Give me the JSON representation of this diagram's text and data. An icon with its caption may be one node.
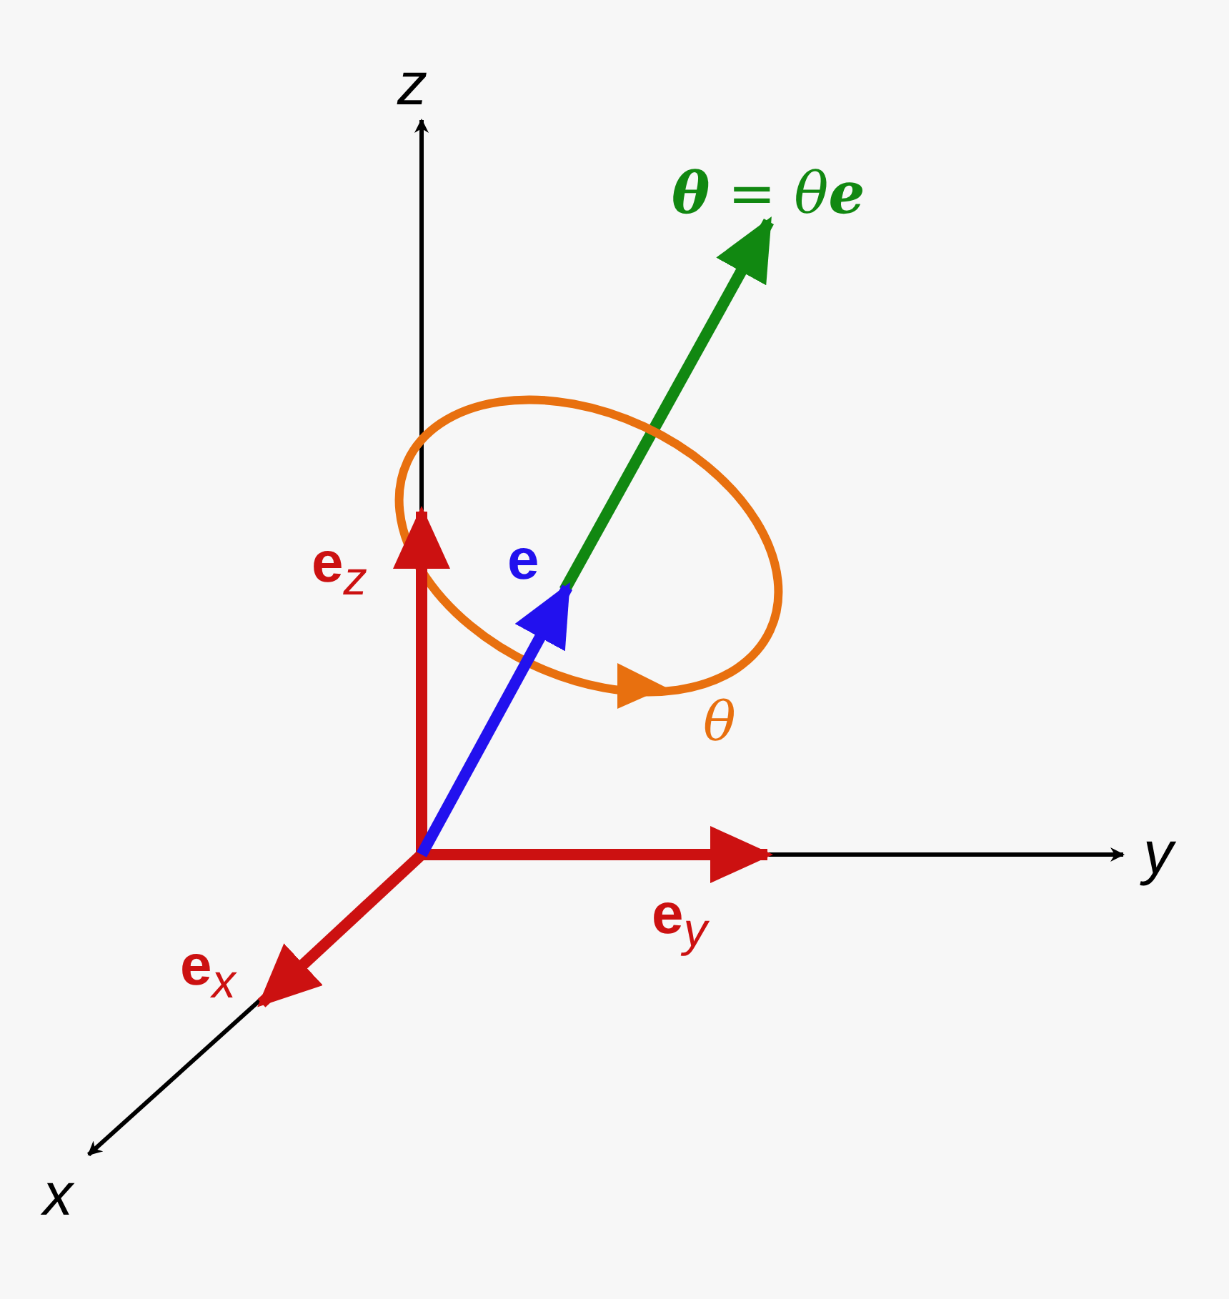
{
  "diagram": {
    "labels": [
      "z",
      "**θ** = θ**e**",
      "e$_{z}$",
      "e",
      "θ",
      "y",
      "e$_{y}$",
      "e$_{x}$",
      "x"
    ]
  }
}
